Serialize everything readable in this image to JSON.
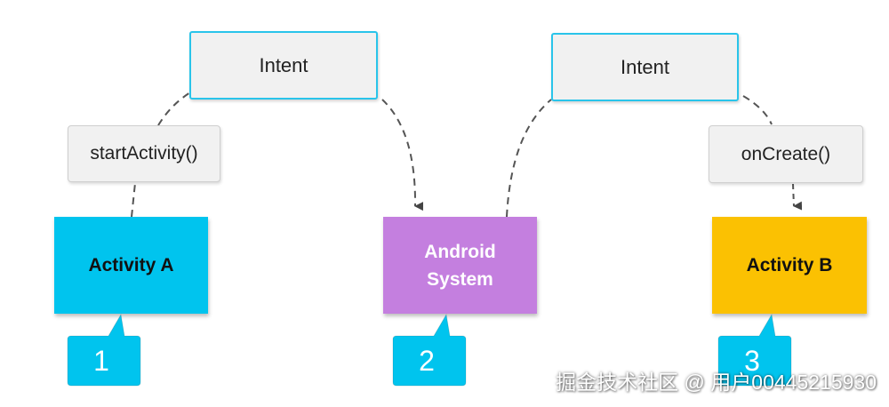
{
  "intents": [
    "Intent",
    "Intent"
  ],
  "calls": {
    "start_activity": "startActivity()",
    "on_create": "onCreate()"
  },
  "nodes": {
    "activity_a": "Activity A",
    "android_system_line1": "Android",
    "android_system_line2": "System",
    "activity_b": "Activity B"
  },
  "steps": [
    "1",
    "2",
    "3"
  ],
  "watermark": "掘金技术社区 @ 用户00445215930",
  "colors": {
    "intent_border": "#29c4ea",
    "activity_a": "#00c4ee",
    "android_system": "#c47fdf",
    "activity_b": "#fbc102",
    "step_badge": "#00c4ee",
    "connector": "#555555"
  }
}
